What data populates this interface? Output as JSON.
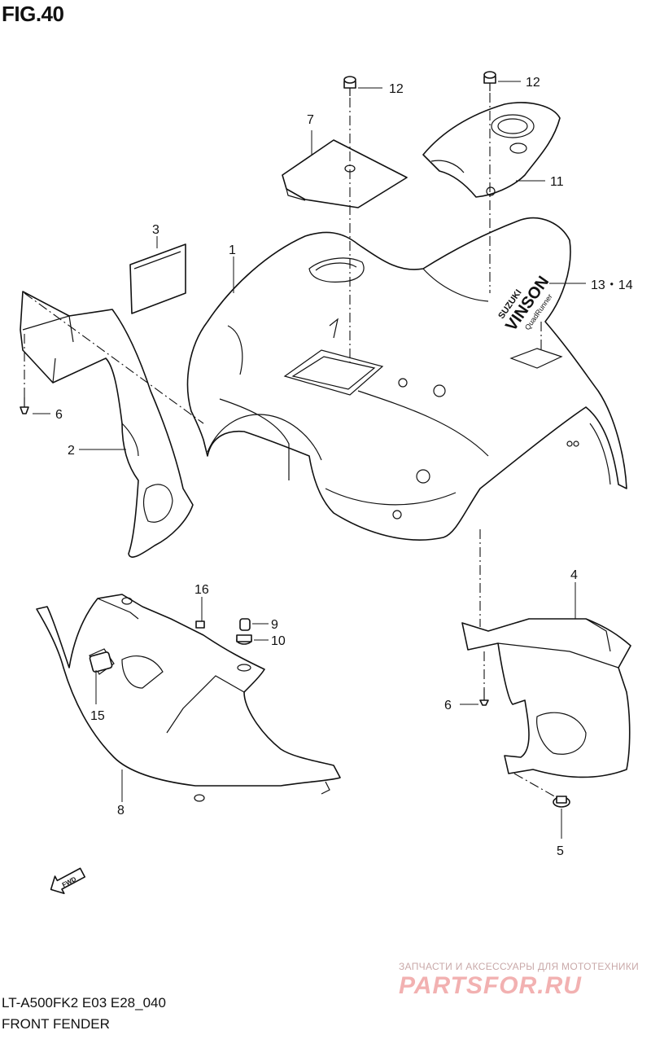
{
  "figure_title": "FIG.40",
  "model_code": "LT-A500FK2 E03 E28_040",
  "section_name": "FRONT FENDER",
  "callouts": {
    "c1": "1",
    "c2": "2",
    "c3": "3",
    "c4": "4",
    "c5": "5",
    "c6a": "6",
    "c6b": "6",
    "c7": "7",
    "c8": "8",
    "c9": "9",
    "c10": "10",
    "c11": "11",
    "c12a": "12",
    "c12b": "12",
    "c13_14": "13・14",
    "c15": "15",
    "c16": "16"
  },
  "decal": {
    "brand": "SUZUKI",
    "model": "VINSON",
    "sub": "QuadRunner"
  },
  "fwd_label": "FWD",
  "watermark": {
    "tagline": "ЗАПЧАСТИ И АКСЕССУАРЫ ДЛЯ МОТОТЕХНИКИ",
    "logo": "PARTSFOR.RU"
  }
}
